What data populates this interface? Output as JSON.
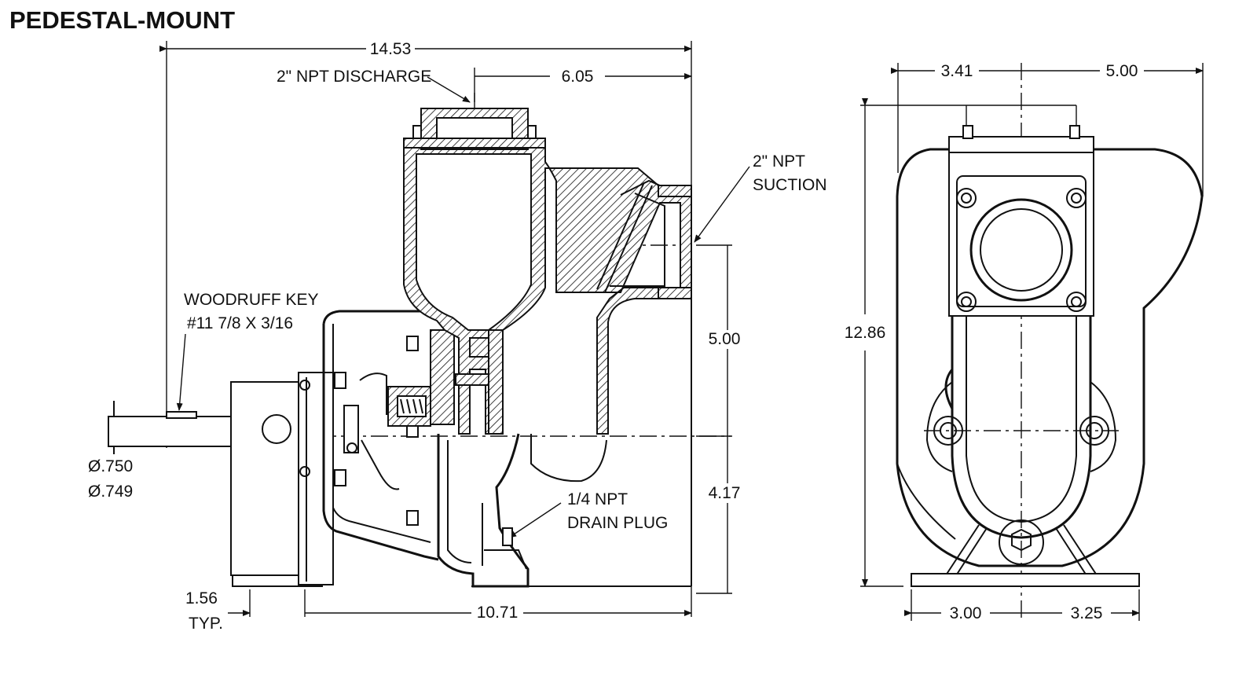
{
  "title": "PEDESTAL-MOUNT",
  "side_view": {
    "dim_overall_length": "14.53",
    "dim_discharge_offset": "6.05",
    "label_discharge": "2\" NPT DISCHARGE",
    "label_suction_line1": "2\" NPT",
    "label_suction_line2": "SUCTION",
    "label_key_line1": "WOODRUFF KEY",
    "label_key_line2": "#11 7/8 X 3/16",
    "dim_suction_height": "5.00",
    "dim_shaft_height": "4.17",
    "dim_shaft_dia_max": "Ø.750",
    "dim_shaft_dia_min": "Ø.749",
    "label_drain_line1": "1/4 NPT",
    "label_drain_line2": "DRAIN PLUG",
    "dim_foot_line1": "1.56",
    "dim_foot_line2": "TYP.",
    "dim_base_length": "10.71"
  },
  "front_view": {
    "dim_left_width": "3.41",
    "dim_right_width": "5.00",
    "dim_overall_height": "12.86",
    "dim_base_left": "3.00",
    "dim_base_right": "3.25"
  }
}
